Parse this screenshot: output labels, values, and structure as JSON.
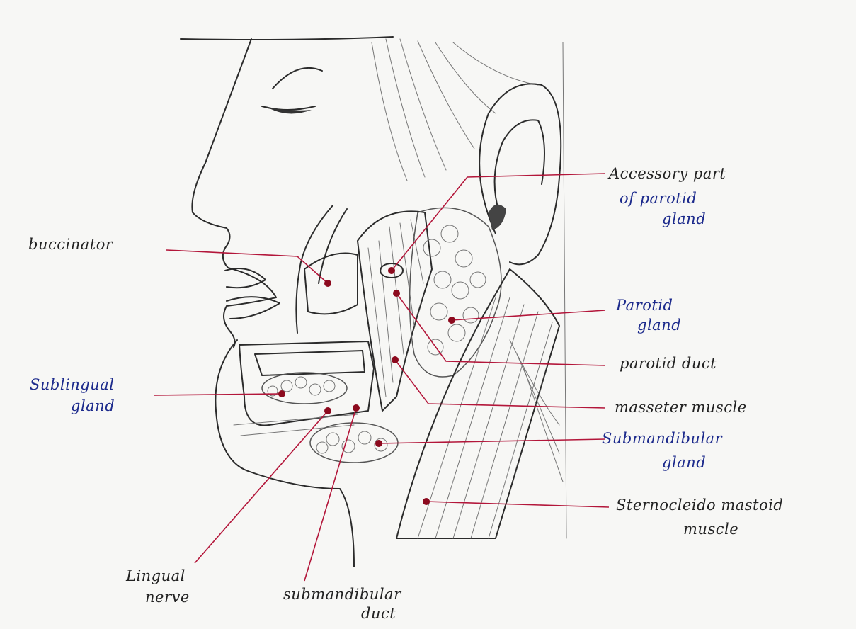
{
  "colors": {
    "paper": "#f7f7f5",
    "pencil": "#2b2b2b",
    "leader": "#b3163a",
    "marker": "#8c0a1e",
    "ink_blue": "#1c2a8c",
    "ink_black": "#222222"
  },
  "labels": {
    "buccinator": "buccinator",
    "sublingual_l1": "Sublingual",
    "sublingual_l2": "gland",
    "lingual_l1": "Lingual",
    "lingual_l2": "nerve",
    "submand_duct_l1": "submandibular",
    "submand_duct_l2": "duct",
    "accessory_l1": "Accessory part",
    "accessory_l2": "of parotid",
    "accessory_l3": "gland",
    "parotid_l1": "Parotid",
    "parotid_l2": "gland",
    "parotid_duct": "parotid duct",
    "masseter": "masseter muscle",
    "submand_gland_l1": "Submandibular",
    "submand_gland_l2": "gland",
    "scm_l1": "Sternocleido mastoid",
    "scm_l2": "muscle"
  }
}
